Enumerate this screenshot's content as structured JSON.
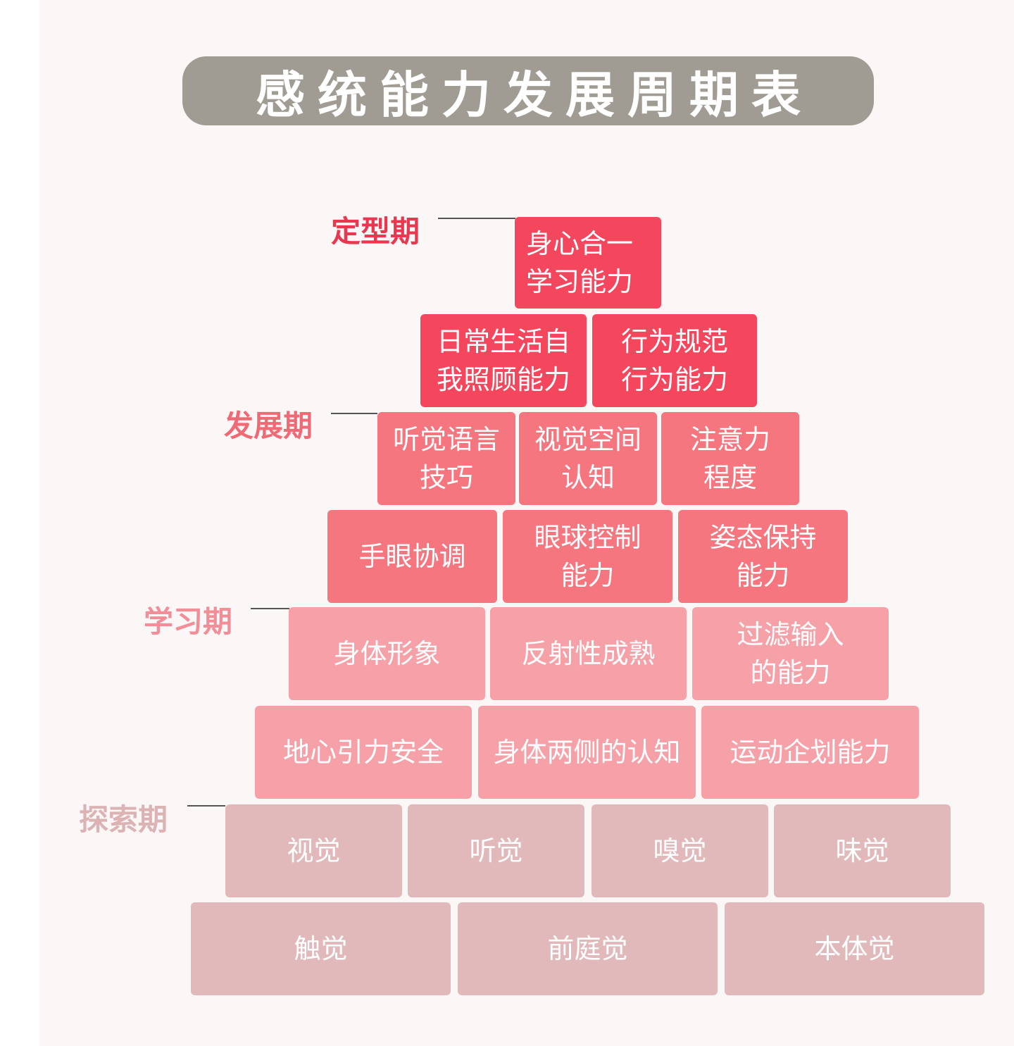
{
  "title": "感统能力发展周期表",
  "colors": {
    "title_background": "#a19c93",
    "stage_dingxing": "#e8384f",
    "stage_fazhan": "#f06a76",
    "stage_xuexi": "#f28e98",
    "stage_tansuo": "#dbb3b5",
    "block_dingxing": "#f4475d",
    "block_fazhan": "#f67680",
    "block_xuexi": "#f6a1a8",
    "block_tansuo": "#e2b9bb"
  },
  "stages": [
    {
      "label": "定型期"
    },
    {
      "label": "发展期"
    },
    {
      "label": "学习期"
    },
    {
      "label": "探索期"
    }
  ],
  "rows": [
    {
      "cells": [
        "身心合一\n学习能力"
      ]
    },
    {
      "cells": [
        "日常生活自\n我照顾能力",
        "行为规范\n行为能力"
      ]
    },
    {
      "cells": [
        "听觉语言\n技巧",
        "视觉空间\n认知",
        "注意力\n程度"
      ]
    },
    {
      "cells": [
        "手眼协调",
        "眼球控制\n能力",
        "姿态保持\n能力"
      ]
    },
    {
      "cells": [
        "身体形象",
        "反射性成熟",
        "过滤输入\n的能力"
      ]
    },
    {
      "cells": [
        "地心引力安全",
        "身体两侧的认知",
        "运动企划能力"
      ]
    },
    {
      "cells": [
        "视觉",
        "听觉",
        "嗅觉",
        "味觉"
      ]
    },
    {
      "cells": [
        "触觉",
        "前庭觉",
        "本体觉"
      ]
    }
  ]
}
